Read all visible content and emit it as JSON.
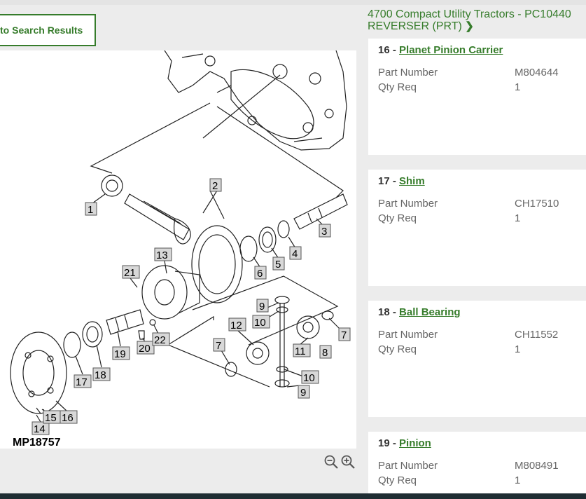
{
  "back_button": {
    "label": "to Search Results"
  },
  "breadcrumb": {
    "line1": "4700 Compact Utility Tractors - PC10440",
    "line2": "REVERSER (PRT)",
    "chevron_icon": "chevron-right-icon"
  },
  "diagram": {
    "figure_id": "MP18757",
    "callouts": [
      "1",
      "2",
      "3",
      "4",
      "5",
      "6",
      "7",
      "8",
      "9",
      "10",
      "11",
      "12",
      "13",
      "14",
      "15",
      "16",
      "17",
      "18",
      "19",
      "20",
      "21",
      "22"
    ]
  },
  "zoom": {
    "out_icon": "zoom-out-icon",
    "in_icon": "zoom-in-icon"
  },
  "parts": [
    {
      "num": "16 - ",
      "name": "Planet Pinion Carrier",
      "part_label": "Part Number",
      "part_number": "M804644",
      "qty_label": "Qty Req",
      "qty": "1"
    },
    {
      "num": "17 - ",
      "name": "Shim",
      "part_label": "Part Number",
      "part_number": "CH17510",
      "qty_label": "Qty Req",
      "qty": "1"
    },
    {
      "num": "18 - ",
      "name": "Ball Bearing",
      "part_label": "Part Number",
      "part_number": "CH11552",
      "qty_label": "Qty Req",
      "qty": "1"
    },
    {
      "num": "19 - ",
      "name": "Pinion",
      "part_label": "Part Number",
      "part_number": "M808491",
      "qty_label": "Qty Req",
      "qty": "1"
    }
  ],
  "colors": {
    "brand_green": "#367c2b",
    "footer": "#1f2d33"
  }
}
